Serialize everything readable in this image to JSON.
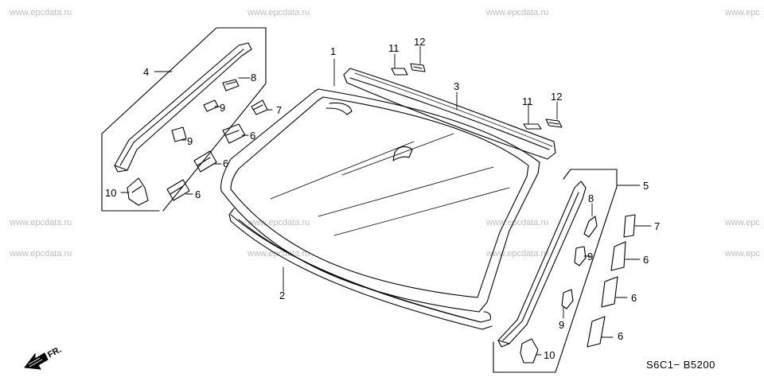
{
  "watermarks": [
    "www.epcdata.ru",
    "www.epcdata.ru",
    "www.epcdata.ru",
    "www.epc",
    "www.epcdata.ru",
    "www.epcdata.ru",
    "www.epcdata.ru",
    "www.epc",
    "www.epcdata.ru",
    "www.epcdata.ru",
    "www.epcdata.ru",
    "www.epc"
  ],
  "callouts": {
    "c1": "1",
    "c2": "2",
    "c3": "3",
    "c4": "4",
    "c5": "5",
    "c6a": "6",
    "c6b": "6",
    "c6c": "6",
    "c6d": "6",
    "c6e": "6",
    "c6f": "6",
    "c7a": "7",
    "c7b": "7",
    "c8a": "8",
    "c8b": "8",
    "c9a": "9",
    "c9b": "9",
    "c9c": "9",
    "c9d": "9",
    "c10a": "10",
    "c10b": "10",
    "c11a": "11",
    "c11b": "11",
    "c12a": "12",
    "c12b": "12"
  },
  "direction_label": "FR.",
  "diagram_code": "S6C1− B5200"
}
